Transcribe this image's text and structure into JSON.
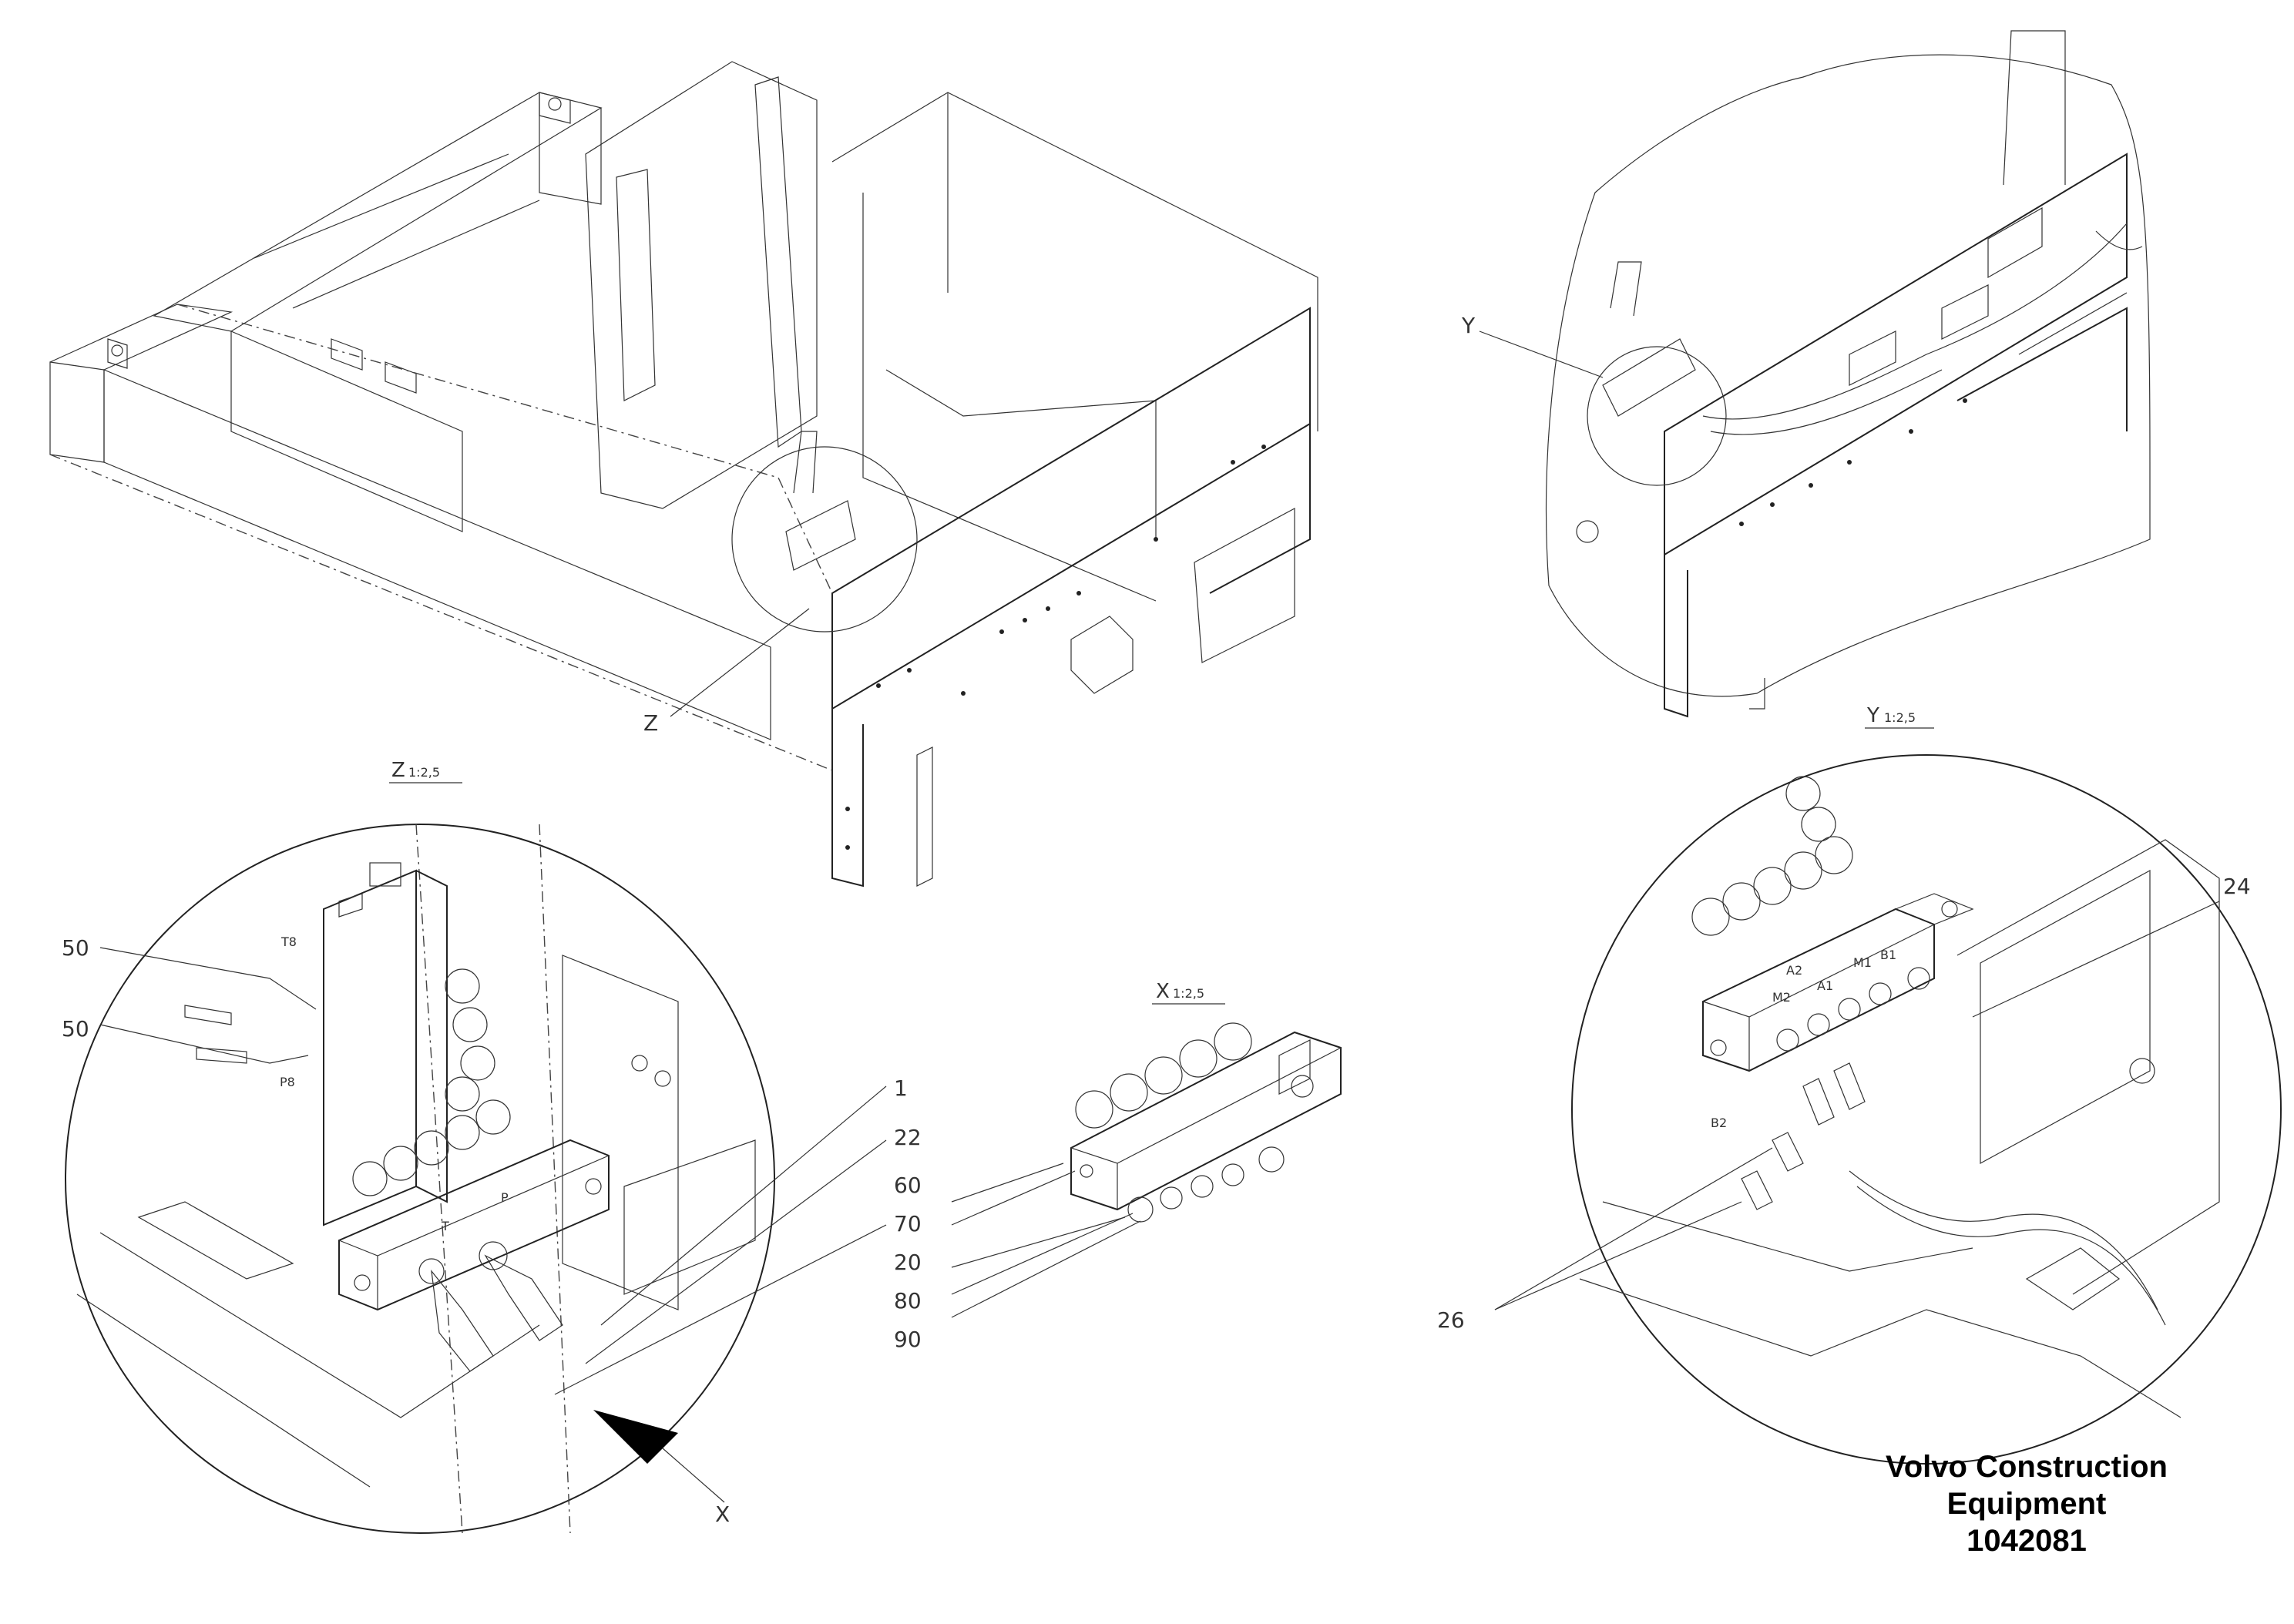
{
  "views": {
    "main_marker": "Z",
    "detail_marker": "Y",
    "view_x_marker": "X",
    "view_z_title": "Z",
    "view_z_scale": "1:2,5",
    "view_y_title": "Y",
    "view_y_scale": "1:2,5",
    "view_x_title": "X",
    "view_x_scale": "1:2,5"
  },
  "callouts": {
    "c50a": "50",
    "c50b": "50",
    "c1": "1",
    "c22": "22",
    "c60": "60",
    "c70": "70",
    "c20": "20",
    "c80": "80",
    "c90": "90",
    "c24": "24",
    "c26": "26"
  },
  "port_labels": {
    "t8": "T8",
    "p8": "P8",
    "t": "T",
    "p": "P",
    "a2": "A2",
    "a1": "A1",
    "m2": "M2",
    "m1": "M1",
    "b1": "B1",
    "b2": "B2"
  },
  "title_block": {
    "line1": "Volvo Construction",
    "line2": "Equipment",
    "part_number": "1042081"
  }
}
